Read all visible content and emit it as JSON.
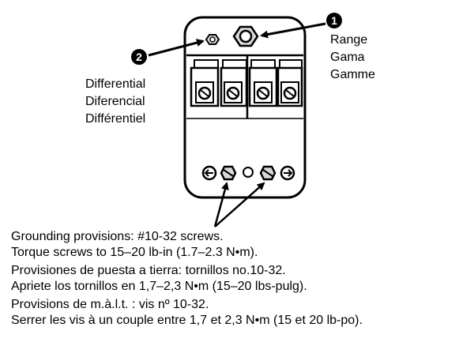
{
  "callouts": {
    "range": {
      "marker": "1",
      "labels": [
        "Range",
        "Gama",
        "Gamme"
      ]
    },
    "differential": {
      "marker": "2",
      "labels": [
        "Differential",
        "Diferencial",
        "Différentiel"
      ]
    }
  },
  "captions": {
    "en": {
      "line1": "Grounding provisions: #10-32 screws.",
      "line2": "Torque screws to 15–20 lb-in (1.7–2.3 N•m)."
    },
    "es": {
      "line1": "Provisiones de puesta a tierra: tornillos no.10-32.",
      "line2": "Apriete los tornillos en 1,7–2,3 N•m (15–20 lbs-pulg)."
    },
    "fr": {
      "line1": "Provisions de m.à.l.t. : vis nº 10-32.",
      "line2": "Serrer les vis à un couple entre 1,7 et 2,3 N•m (15 et 20 lb-po)."
    }
  },
  "colors": {
    "ink": "#000000",
    "paper": "#ffffff",
    "metal": "#d8d8d8"
  }
}
